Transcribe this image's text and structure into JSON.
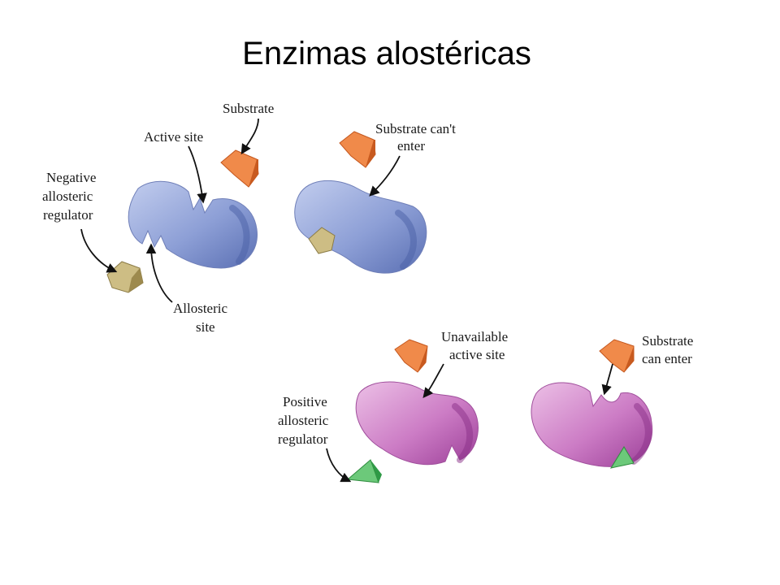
{
  "title": "Enzimas alostéricas",
  "labels": {
    "substrate": "Substrate",
    "active_site": "Active site",
    "negative_regulator": [
      "Negative",
      "allosteric",
      "regulator"
    ],
    "allosteric_site": [
      "Allosteric",
      "site"
    ],
    "substrate_cant_enter": [
      "Substrate can't",
      "enter"
    ],
    "unavailable_active_site": [
      "Unavailable",
      "active site"
    ],
    "positive_regulator": [
      "Positive",
      "allosteric",
      "regulator"
    ],
    "substrate_can_enter": [
      "Substrate",
      "can enter"
    ]
  },
  "colors": {
    "enzyme_blue": "#7f93cf",
    "enzyme_purple": "#c467bd",
    "substrate": "#ec7a3c",
    "negative_regulator": "#c6b47a",
    "positive_regulator": "#5fc26d"
  }
}
